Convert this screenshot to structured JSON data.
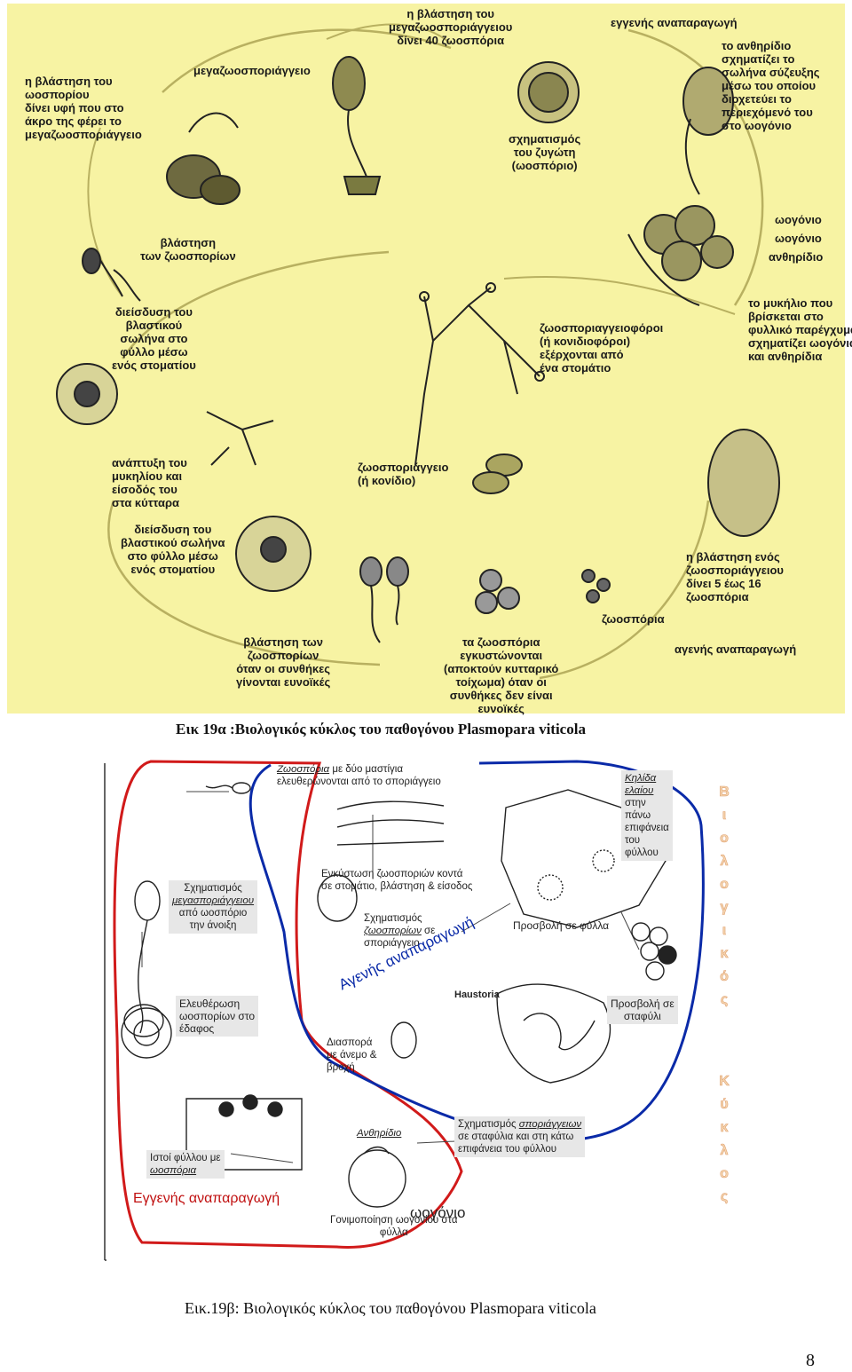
{
  "top_diagram": {
    "background_color": "#f7f3a3",
    "labels": {
      "meiosis_shoot": [
        "η βλάστηση του",
        "ωοσπορίου",
        "δίνει υφή που στο",
        "άκρο της φέρει το",
        "μεγαζωοσποριάγγειο"
      ],
      "megazoosporangium": "μεγαζωοσποριάγγειο",
      "forty_zoospores": [
        "η βλάστηση του",
        "μεγαζωοσποριάγγειου",
        "δίνει 40 ζωοσπόρια"
      ],
      "sexual_top": "εγγενής αναπαραγωγή",
      "antheridium_fusion": [
        "το ανθηρίδιο",
        "σχηματίζει το",
        "σωλήνα σύζευξης",
        "μέσω του οποίου",
        "διοχετεύει το",
        "περιεχόμενό του",
        "στο ωογόνιο"
      ],
      "zygote_formation": [
        "σχηματισμός",
        "του ζυγώτη",
        "(ωοσπόριο)"
      ],
      "oogonium_1": "ωογόνιο",
      "oogonium_2": "ωογόνιο",
      "antheridium": "ανθηρίδιο",
      "mycelium_in_leaf": [
        "το μυκήλιο που",
        "βρίσκεται στο",
        "φυλλικό παρέγχυμα",
        "σχηματίζει ωογόνια",
        "και ανθηρίδια"
      ],
      "zoospore_shoot": [
        "βλάστηση",
        "των ζωοσπορίων"
      ],
      "tube_penetration_top": [
        "διείσδυση του",
        "βλαστικού",
        "σωλήνα στο",
        "φύλλο μέσω",
        "ενός στοματίου"
      ],
      "sporangiophores": [
        "ζωοσποριαγγειοφόροι",
        "(ή κονιδιοφόροι)",
        "εξέρχονται από",
        "ένα στομάτιο"
      ],
      "mycelium_development": [
        "ανάπτυξη του",
        "μυκηλίου και",
        "είσοδός του",
        "στα κύτταρα"
      ],
      "zoosporangium": [
        "ζωοσποριάγγειο",
        "(ή κονίδιο)"
      ],
      "tube_penetration_bottom": [
        "διείσδυση του",
        "βλαστικού σωλήνα",
        "στο φύλλο μέσω",
        "ενός στοματίου"
      ],
      "sporangium_shoot": [
        "η βλάστηση ενός",
        "ζωοσποριάγγειου",
        "δίνει 5 έως 16",
        "ζωοσπόρια"
      ],
      "zoospores": "ζωοσπόρια",
      "zoospore_shoot_favorable": [
        "βλάστηση των",
        "ζωοσπορίων",
        "όταν οι συνθήκες",
        "γίνονται ευνοϊκές"
      ],
      "zoospores_encyst": [
        "τα ζωοσπόρια",
        "εγκυστώνονται",
        "(αποκτούν κυτταρικό",
        "τοίχωμα) όταν οι",
        "συνθήκες δεν είναι",
        "ευνοϊκές"
      ],
      "asexual_top": "αγενής αναπαραγωγή"
    }
  },
  "caption_a": "Εικ 19α :Βιολογικός κύκλος του παθογόνου Plasmopara viticola",
  "bottom_diagram": {
    "colors": {
      "sexual_cycle": "#d11a1a",
      "asexual_cycle": "#0a2aa8",
      "biological_cycle_text": "#f2c090"
    },
    "labels": {
      "zoospores_released_em": "Ζωοσπόρια",
      "zoospores_released_rest": " με δύο μαστίγια",
      "zoospores_released_line2": "ελευθερώνονται από το σποριάγγειο",
      "encystment": [
        "Ενκύστωση ζωοσποριών κοντά",
        "σε στομάτιο, βλάστηση & είσοδος"
      ],
      "oil_spot": [
        "Κηλίδα",
        "ελαίου"
      ],
      "oil_spot_rest": [
        "στην",
        "πάνω",
        "επιφάνεια",
        "του",
        "φύλλου"
      ],
      "megasporangium_1": "Σχηματισμός",
      "megasporangium_2": "μεγασποριάγγειου",
      "megasporangium_3": "από ωοσπόριο",
      "megasporangium_4": "την άνοιξη",
      "zoospore_formation_1": "Σχηματισμός",
      "zoospore_formation_2": "ζωοσπορίων",
      "zoospore_formation_2b": " σε",
      "zoospore_formation_3": "σποριάγγειο",
      "leaf_infection": "Προσβολή σε φύλλα",
      "asexual_arc": "Αγενής αναπαραγωγή",
      "haustoria": "Haustoria",
      "oospore_release": [
        "Ελευθέρωση",
        "ωοσπορίων στο",
        "έδαφος"
      ],
      "grape_infection": [
        "Προσβολή σε",
        "σταφύλι"
      ],
      "dispersal": [
        "Διασπορά",
        "με άνεμο &",
        "βροχή"
      ],
      "sporangia_formation_1": "Σχηματισμός ",
      "sporangia_formation_1u": "σποριάγγειων",
      "sporangia_formation_2": "σε σταφύλια και στη κάτω",
      "sporangia_formation_3": "επιφάνεια του φύλλου",
      "antheridium": "Ανθηρίδιο",
      "leaf_tissue_1": "Ιστοί φύλλου με",
      "leaf_tissue_2": "ωοσπόρια",
      "sexual_repro": "Εγγενής αναπαραγωγή",
      "fertilization_1": "Γονιμοποίηση ",
      "fertilization_2": "ωογονίου",
      "fertilization_3": " στα",
      "fertilization_4": "φύλλα",
      "oogonium_overlap": "ωογόνιο",
      "vertical_word_1": [
        "Β",
        "ι",
        "ο",
        "λ",
        "ο",
        "γ",
        "ι",
        "κ",
        "ό",
        "ς"
      ],
      "vertical_word_2": [
        "Κ",
        "ύ",
        "κ",
        "λ",
        "ο",
        "ς"
      ]
    }
  },
  "caption_b": "Εικ.19β: Βιολογικός κύκλος του παθογόνου Plasmopara viticola",
  "page_number": "8"
}
